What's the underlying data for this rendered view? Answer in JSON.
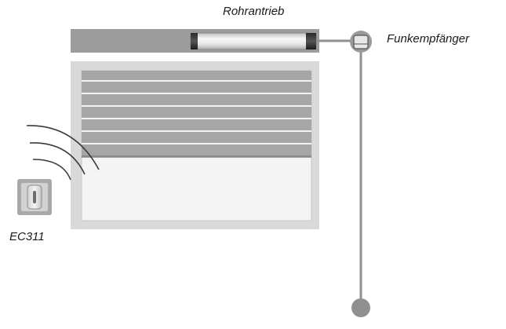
{
  "labels": {
    "motor": "Rohrantrieb",
    "receiver": "Funkempfänger",
    "remote": "EC311"
  },
  "colors": {
    "housing": "#9c9c9c",
    "frame": "#d9d9d9",
    "slat": "#a6a6a6",
    "slat_line": "#f2f2f2",
    "window": "#f4f4f4",
    "cable": "#8f8f8f",
    "waves": "#3a3a3a"
  },
  "icons": {
    "remote": "wall-switch-icon",
    "receiver": "receiver-icon",
    "signal": "radio-waves-icon"
  }
}
